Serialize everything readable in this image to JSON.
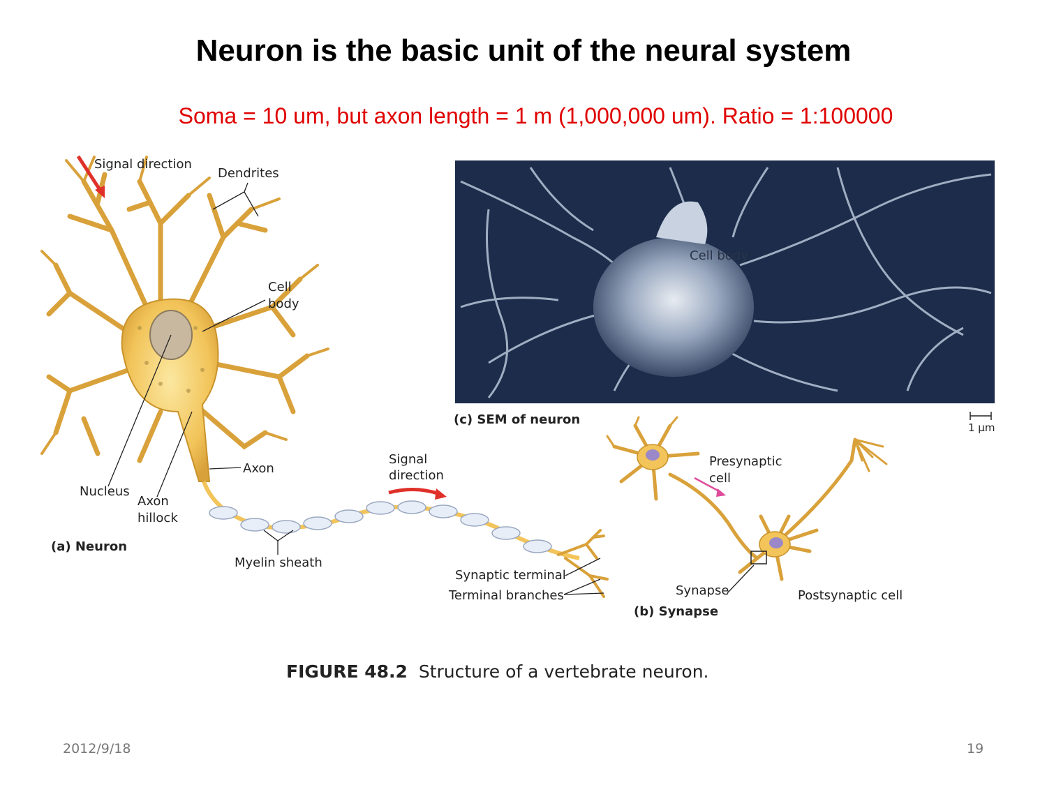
{
  "slide": {
    "title": "Neuron is the basic unit of the neural system",
    "subtitle": "Soma = 10 um, but axon length = 1 m (1,000,000 um). Ratio = 1:100000"
  },
  "figure": {
    "caption_number": "FIGURE 48.2",
    "caption_text": "Structure of a vertebrate neuron.",
    "panel_a": {
      "title": "(a) Neuron",
      "labels": {
        "signal_direction": "Signal direction",
        "dendrites": "Dendrites",
        "cell": "Cell",
        "body": "body",
        "axon": "Axon",
        "nucleus": "Nucleus",
        "axon_hillock_1": "Axon",
        "axon_hillock_2": "hillock",
        "myelin_sheath": "Myelin sheath",
        "signal": "Signal",
        "direction": "direction",
        "synaptic_terminal": "Synaptic terminal",
        "terminal_branches": "Terminal branches"
      }
    },
    "panel_b": {
      "title": "(b) Synapse",
      "labels": {
        "presynaptic": "Presynaptic",
        "cell": "cell",
        "synapse": "Synapse",
        "postsynaptic_cell": "Postsynaptic cell"
      }
    },
    "panel_c": {
      "title": "(c) SEM of neuron",
      "cell_body": "Cell body",
      "scale": "1 µm"
    }
  },
  "footer": {
    "date": "2012/9/18",
    "page": "19"
  },
  "colors": {
    "title": "#000000",
    "subtitle": "#e00000",
    "neuron": "#f2c45a",
    "neuron_outline": "#c9932a",
    "sem_bg": "#1c2c4a",
    "arrow_red": "#e0302a",
    "arrow_pink": "#e04a9a"
  }
}
